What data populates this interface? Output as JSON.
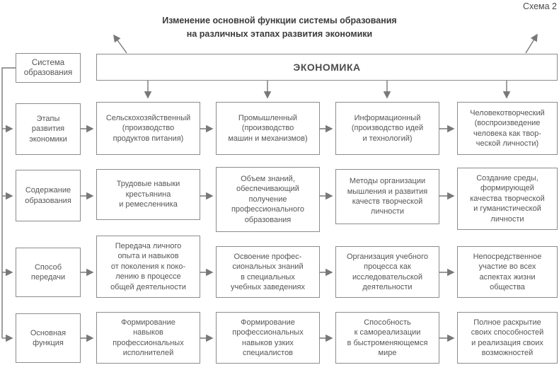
{
  "scheme_label": "Схема 2",
  "title": {
    "line1": "Изменение основной функции системы образования",
    "line2": "на различных этапах развития экономики"
  },
  "header": {
    "system_box": "Система\nобразования",
    "economy_box": "ЭКОНОМИКА"
  },
  "rows": [
    {
      "label": "Этапы\nразвития\nэкономики",
      "cells": [
        "Сельскохозяйственный\n(производство\nпродуктов питания)",
        "Промышленный\n(производство\nмашин и механизмов)",
        "Информационный\n(производство идей\nи технологий)",
        "Человекотворческий\n(воспроизведение\nчеловека как твор-\nческой личности)"
      ]
    },
    {
      "label": "Содержание\nобразования",
      "cells": [
        "Трудовые навыки\nкрестьянина\nи ремесленника",
        "Объем знаний,\nобеспечивающий\nполучение\nпрофессионального\nобразования",
        "Методы организации\nмышления и развития\nкачеств творческой\nличности",
        "Создание среды,\nформирующей\nкачества творческой\nи гуманистической\nличности"
      ]
    },
    {
      "label": "Способ\nпередачи",
      "cells": [
        "Передача личного\nопыта и навыков\nот поколения к поко-\nлению в процессе\nобщей деятельности",
        "Освоение профес-\nсиональных знаний\nв специальных\nучебных заведениях",
        "Организация учебного\nпроцесса как\nисследовательской\nдеятельности",
        "Непосредственное\nучастие во всех\nаспектах жизни\nобщества"
      ]
    },
    {
      "label": "Основная\nфункция",
      "cells": [
        "Формирование\nнавыков\nпрофессиональных\nисполнителей",
        "Формирование\nпрофессиональных\nнавыков узких\nспециалистов",
        "Способность\nк самореализации\nв быстроменяющемся\nмире",
        "Полное раскрытие\nсвоих способностей\nи реализация своих\nвозможностей"
      ]
    }
  ],
  "colors": {
    "box_border": "#8c8c8c",
    "arrow": "#787878",
    "text": "#565656",
    "title_text": "#3b3b3b"
  }
}
